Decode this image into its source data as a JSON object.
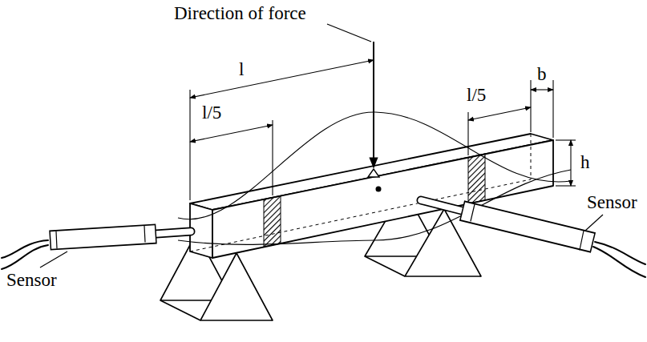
{
  "diagram": {
    "labels": [
      "Direction of force",
      "l",
      "l/5",
      "l/5",
      "b",
      "h",
      "Sensor",
      "Sensor"
    ]
  }
}
